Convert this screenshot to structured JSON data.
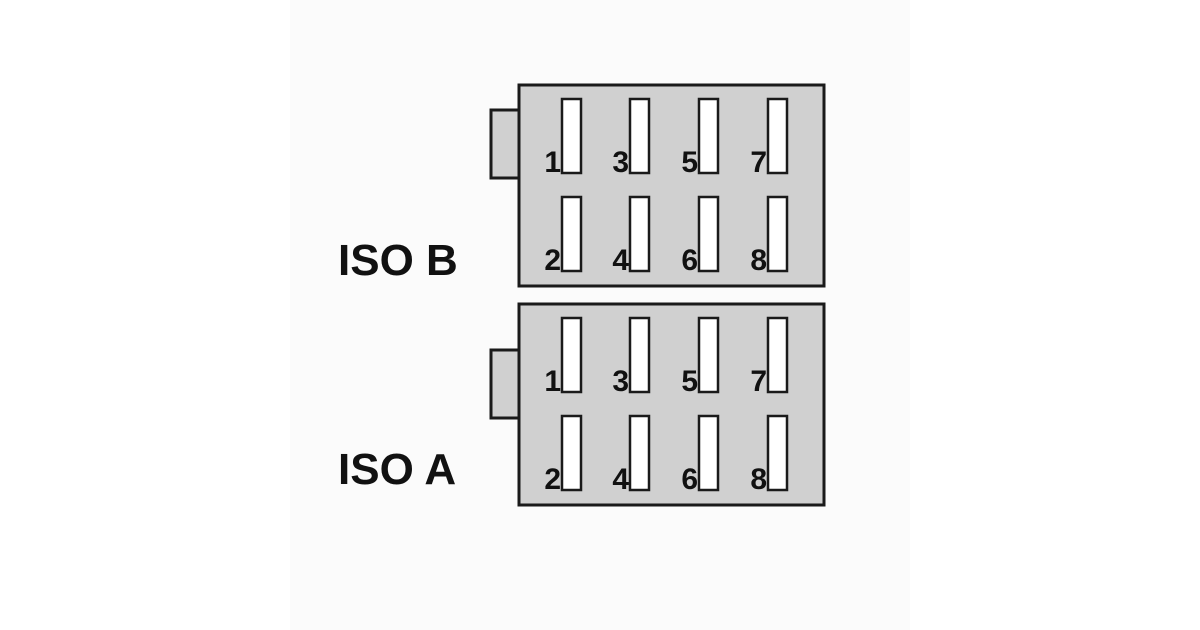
{
  "colors": {
    "housing_fill": "#d0d0d0",
    "outline": "#1a1a1a",
    "pin_fill": "#ffffff"
  },
  "connectors": [
    {
      "label": "ISO B",
      "pins": [
        {
          "number": "1"
        },
        {
          "number": "3"
        },
        {
          "number": "5"
        },
        {
          "number": "7"
        },
        {
          "number": "2"
        },
        {
          "number": "4"
        },
        {
          "number": "6"
        },
        {
          "number": "8"
        }
      ]
    },
    {
      "label": "ISO A",
      "pins": [
        {
          "number": "1"
        },
        {
          "number": "3"
        },
        {
          "number": "5"
        },
        {
          "number": "7"
        },
        {
          "number": "2"
        },
        {
          "number": "4"
        },
        {
          "number": "6"
        },
        {
          "number": "8"
        }
      ]
    }
  ]
}
